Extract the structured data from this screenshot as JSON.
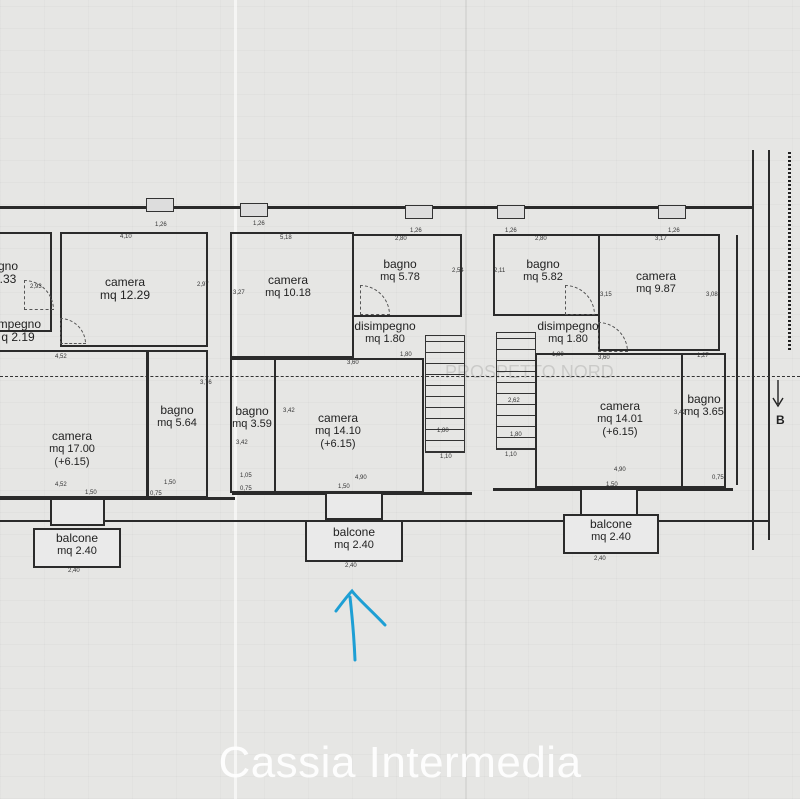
{
  "rooms": {
    "u1_bagno_partial": {
      "name": "gno",
      "area": ".33"
    },
    "u1_camera_a": {
      "name": "camera",
      "area": "mq 12.29"
    },
    "u1_disimpegno_partial": {
      "name": "impegno",
      "area": "q 2.19"
    },
    "u1_camera_b": {
      "name": "camera",
      "area": "mq 17.00",
      "extra": "(+6.15)"
    },
    "u1_bagno": {
      "name": "bagno",
      "area": "mq 5.64"
    },
    "u1_balcone": {
      "name": "balcone",
      "area": "mq 2.40"
    },
    "u2_camera_a": {
      "name": "camera",
      "area": "mq 10.18"
    },
    "u2_bagno_a": {
      "name": "bagno",
      "area": "mq 5.78"
    },
    "u2_disimpegno": {
      "name": "disimpegno",
      "area": "mq 1.80"
    },
    "u2_bagno_b": {
      "name": "bagno",
      "area": "mq 3.59"
    },
    "u2_camera_b": {
      "name": "camera",
      "area": "mq 14.10",
      "extra": "(+6.15)"
    },
    "u2_balcone": {
      "name": "balcone",
      "area": "mq 2.40"
    },
    "u3_bagno_a": {
      "name": "bagno",
      "area": "mq 5.82"
    },
    "u3_camera_a": {
      "name": "camera",
      "area": "mq 9.87"
    },
    "u3_disimpegno": {
      "name": "disimpegno",
      "area": "mq 1.80"
    },
    "u3_camera_b": {
      "name": "camera",
      "area": "mq 14.01",
      "extra": "(+6.15)"
    },
    "u3_bagno_b": {
      "name": "bagno",
      "area": "mq 3.65"
    },
    "u3_balcone": {
      "name": "balcone",
      "area": "mq 2.40"
    }
  },
  "dimensions": [
    "1,26",
    "4,10",
    "2,93",
    "2,97",
    "4,52",
    "3,76",
    "4,52",
    "1,50",
    "0,75",
    "1,50",
    "2,40",
    "1,26",
    "1,26",
    "5,18",
    "2,80",
    "3,27",
    "2,54",
    "1,80",
    "3,60",
    "3,42",
    "3,42",
    "1,80",
    "1,10",
    "1,05",
    "0,75",
    "4,90",
    "1,50",
    "2,40",
    "1,26",
    "1,26",
    "2,80",
    "3,17",
    "2,11",
    "3,15",
    "3,08",
    "1,80",
    "3,60",
    "1,27",
    "2,62",
    "3,42",
    "1,80",
    "1,10",
    "4,90",
    "1,50",
    "0,75",
    "2,40"
  ],
  "section_marker": "B",
  "ghost_text": "PROSPETTO NORD",
  "watermark": "Cassia Intermedia",
  "colors": {
    "ink": "#2b2b2b",
    "paper": "#e6e6e4",
    "pen_arrow": "#1e9fd4"
  }
}
